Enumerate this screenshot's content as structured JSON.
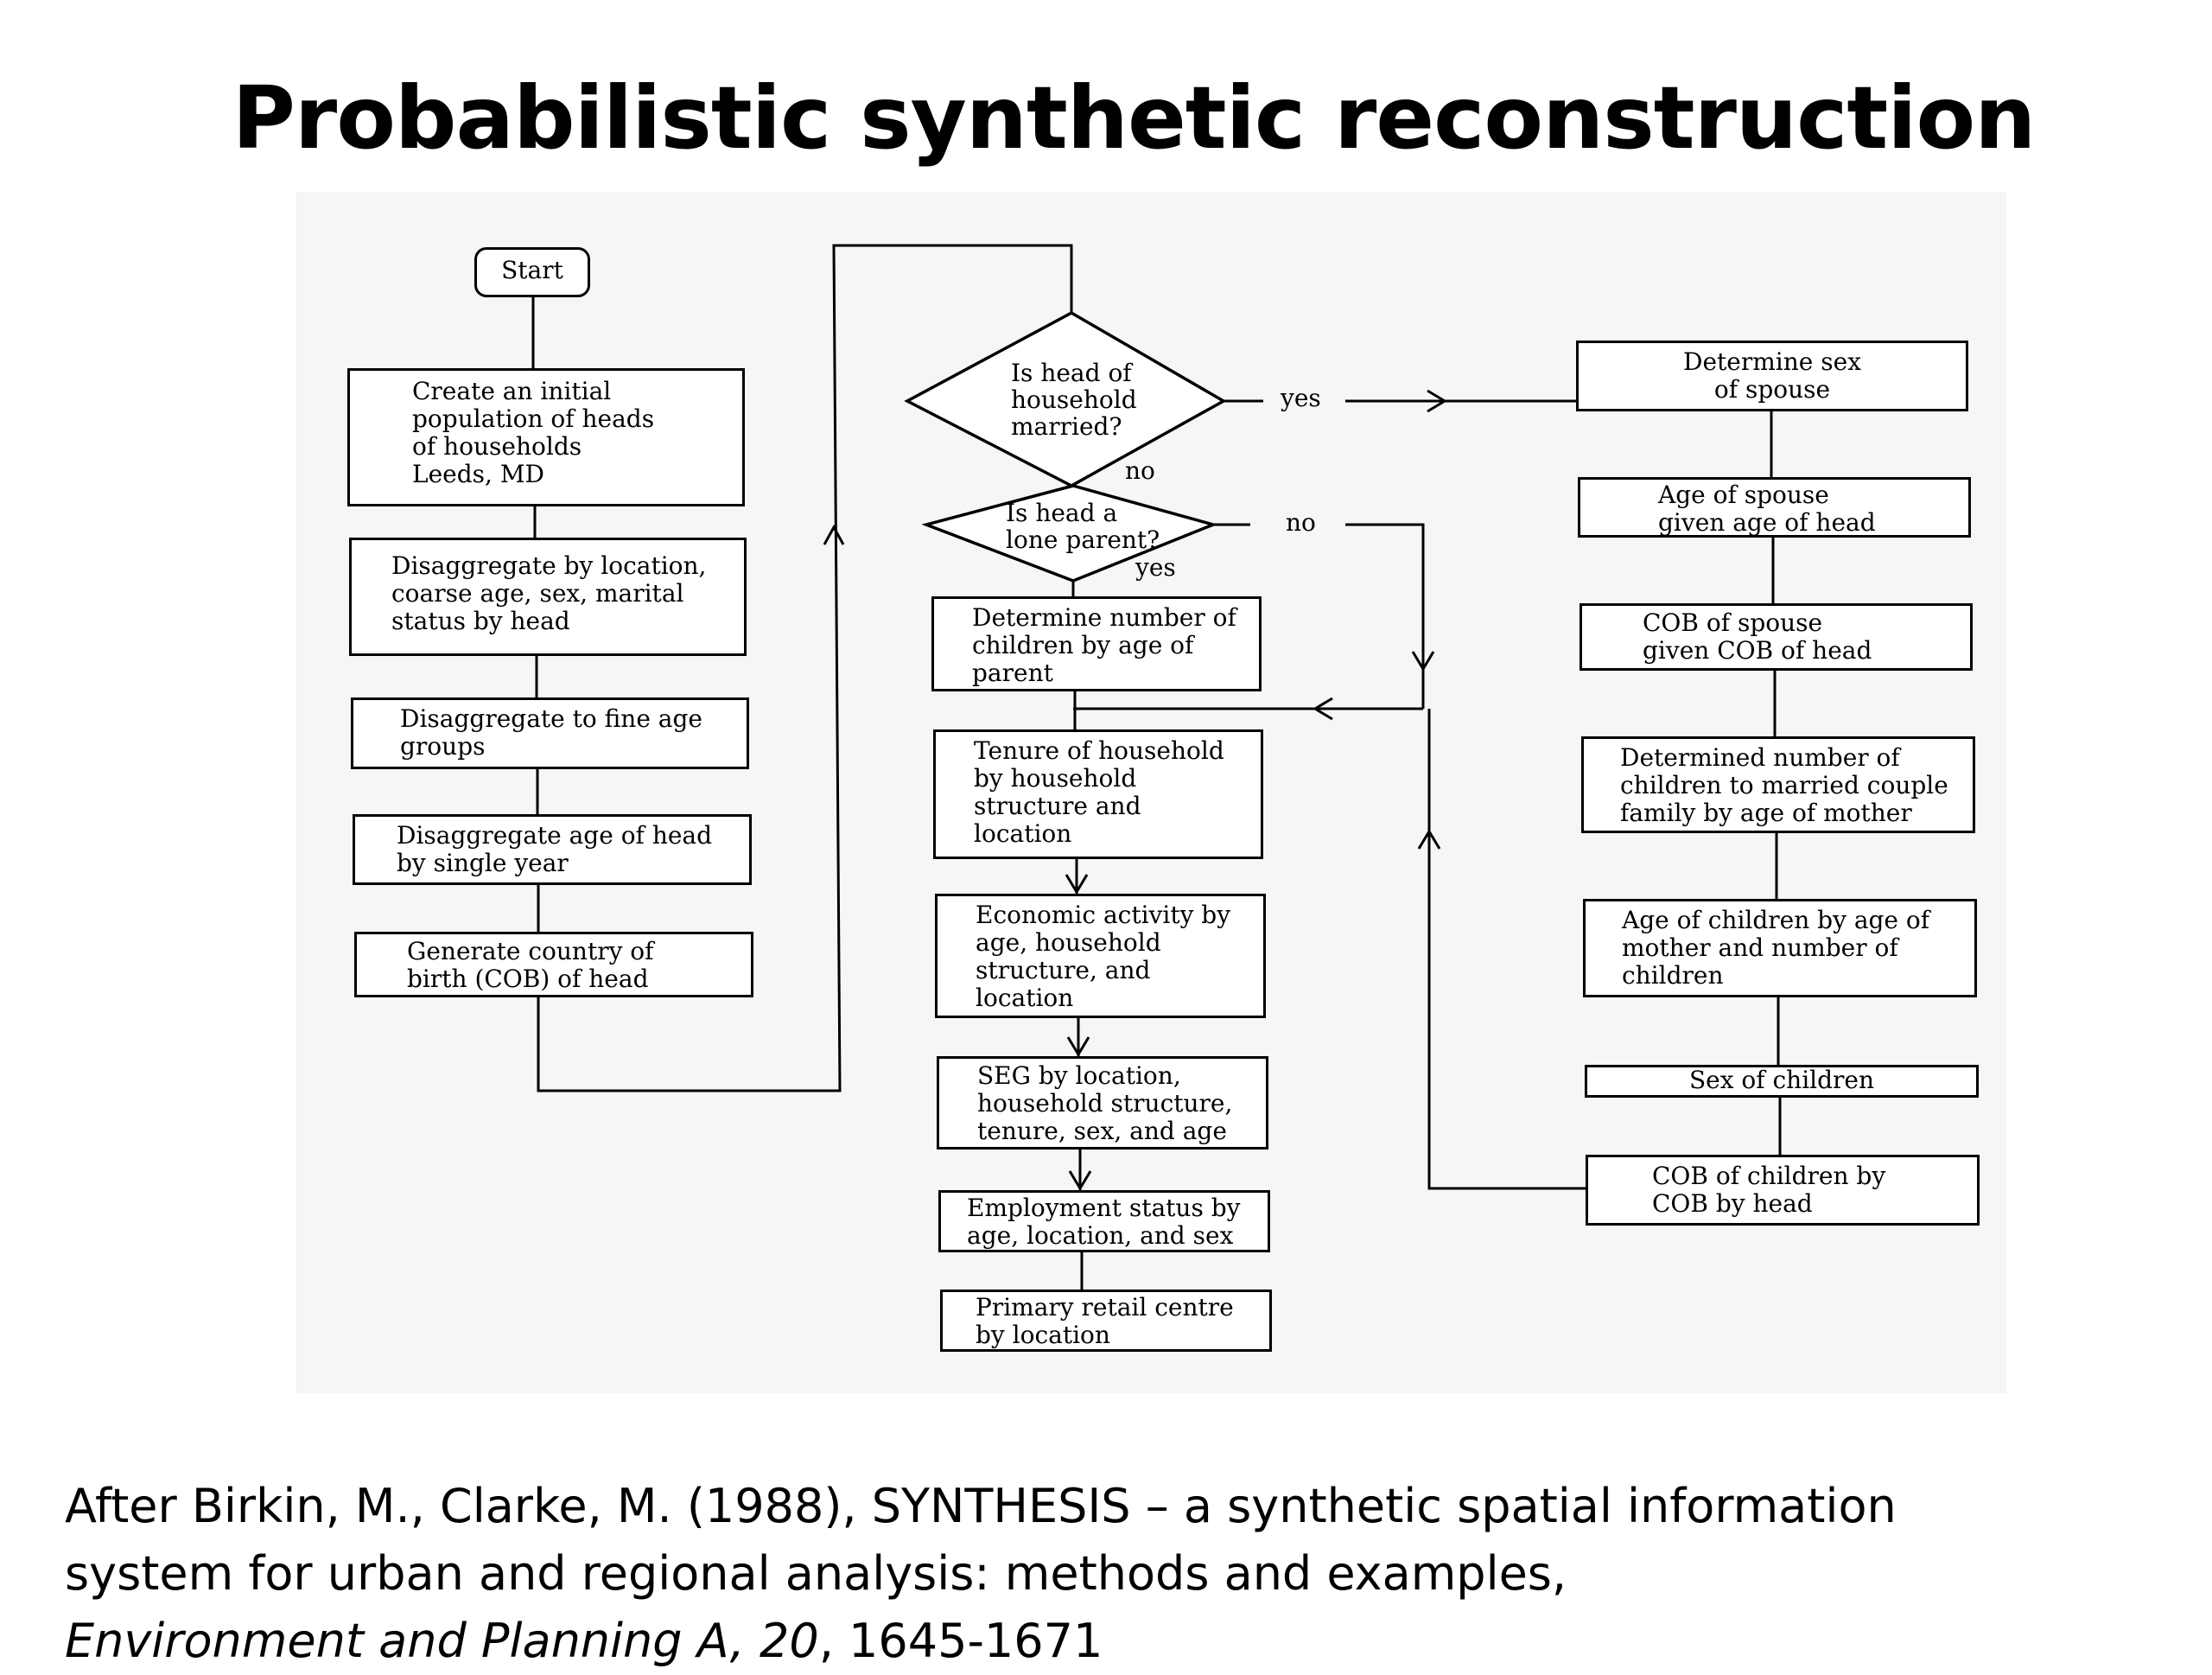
{
  "title": "Probabilistic synthetic reconstruction",
  "flowchart": {
    "start": "Start",
    "left_column": [
      "Create an initial\npopulation of heads\nof households\nLeeds, MD",
      "Disaggregate by location,\ncoarse age, sex, marital\nstatus by head",
      "Disaggregate to fine age\ngroups",
      "Disaggregate age of head\nby single year",
      "Generate country of\nbirth (COB) of head"
    ],
    "decisions": {
      "married": "Is head of\nhousehold\nmarried?",
      "lone_parent": "Is head a\nlone parent?"
    },
    "edge_labels": {
      "married_yes": "yes",
      "married_no": "no",
      "lone_no": "no",
      "lone_yes": "yes"
    },
    "middle_column": [
      "Determine number of\nchildren by age of\nparent",
      "Tenure of household\nby household\nstructure and\nlocation",
      "Economic activity by\nage, household\nstructure, and\nlocation",
      "SEG by location,\nhousehold structure,\ntenure, sex, and age",
      "Employment status by\nage, location, and sex",
      "Primary retail centre\nby location"
    ],
    "right_column": [
      "Determine sex\nof spouse",
      "Age of spouse\ngiven age of head",
      "COB of spouse\ngiven COB of head",
      "Determined number of\nchildren to married couple\nfamily by age of mother",
      "Age of children by age of\nmother and number of\nchildren",
      "Sex of children",
      "COB of children by\nCOB by head"
    ]
  },
  "citation": {
    "line1": "After Birkin, M., Clarke, M. (1988), SYNTHESIS – a synthetic spatial information",
    "line2": "system for urban and regional analysis: methods and examples,",
    "journal": "Environment and Planning A, 20",
    "pages": ", 1645-1671"
  }
}
